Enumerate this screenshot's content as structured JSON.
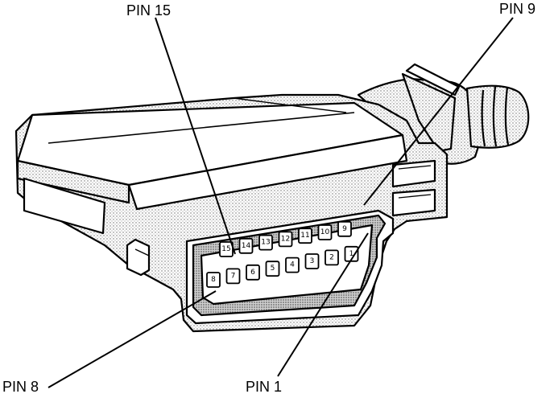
{
  "callouts": {
    "pin15": "PIN 15",
    "pin9": "PIN 9",
    "pin8": "PIN 8",
    "pin1": "PIN 1"
  },
  "pins": {
    "top_row": [
      "15",
      "14",
      "13",
      "12",
      "11",
      "10",
      "9"
    ],
    "bottom_row": [
      "8",
      "7",
      "6",
      "5",
      "4",
      "3",
      "2",
      "1"
    ]
  },
  "colors": {
    "ink": "#000000",
    "shade": "#d9d9d9",
    "paper": "#ffffff"
  }
}
